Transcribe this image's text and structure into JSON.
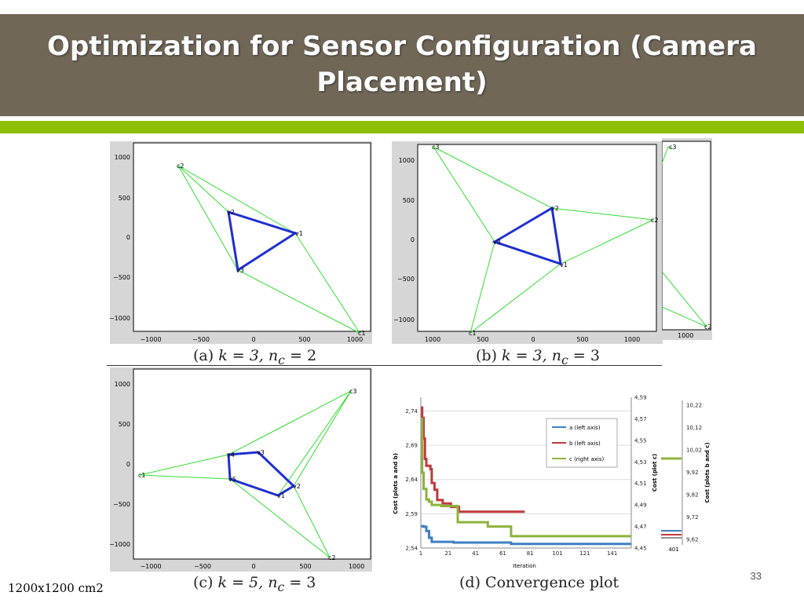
{
  "slide": {
    "title": "Optimization for Sensor Configuration (Camera Placement)",
    "footer_note": "1200x1200 cm2",
    "page_number": "33",
    "colors": {
      "header": "#716757",
      "accent_bar": "#8dc100",
      "edge": "#33dd33",
      "triangle": "#1f2fd0"
    }
  },
  "figures": {
    "a": {
      "caption_prefix": "(a) ",
      "caption_math": "k = 3, n",
      "caption_sub": "c",
      "caption_tail": " = 2",
      "x_ticks": [
        "−1000",
        "−500",
        "0",
        "500",
        "1000"
      ],
      "y_ticks": [
        "1000",
        "500",
        "0",
        "−500",
        "−1000"
      ],
      "vertices": {
        "v1": "v1",
        "v2": "v2",
        "v3": "v3"
      },
      "cameras": {
        "c1": "c1",
        "c2": "c2"
      }
    },
    "b": {
      "caption_prefix": "(b) ",
      "caption_math": "k = 3, n",
      "caption_sub": "c",
      "caption_tail": " = 3",
      "x_ticks": [
        "1000",
        "500",
        "0",
        "500",
        "1000"
      ],
      "y_ticks": [
        "1000",
        "500",
        "0",
        "−500",
        "−1000"
      ],
      "side_x_tick": "1000",
      "vertices": {
        "v1": "v1",
        "v2": "v2",
        "v3": "v3"
      },
      "cameras": {
        "c1": "c1",
        "c2": "c2",
        "c3": "c3"
      }
    },
    "c": {
      "caption_prefix": "(c) ",
      "caption_math": "k = 5, n",
      "caption_sub": "c",
      "caption_tail": " = 3",
      "x_ticks": [
        "−1000",
        "−500",
        "0",
        "500",
        "1000"
      ],
      "y_ticks": [
        "1000",
        "500",
        "0",
        "−500",
        "−1000"
      ],
      "vertices": {
        "v1": "v1",
        "v2": "v2",
        "v3": "v3",
        "v4": "v4",
        "v5": "v5"
      },
      "cameras": {
        "c1": "c1",
        "c2": "c2",
        "c3": "c3"
      }
    },
    "d": {
      "caption": "(d) Convergence plot"
    }
  },
  "chart_data": {
    "type": "line",
    "xlabel": "Iteration",
    "ylabel_left": "Cost (plots a and b)",
    "ylabel_right": "Cost (plot c)",
    "ylabel_far_right": "Cost (plots b and c)",
    "x_ticks": [
      1,
      21,
      41,
      61,
      81,
      101,
      121,
      141
    ],
    "left_ticks": [
      "2,54",
      "2,59",
      "2,64",
      "2,69",
      "2,74"
    ],
    "right_ticks": [
      "4,45",
      "4,47",
      "4,49",
      "4,51",
      "4,53",
      "4,55",
      "4,57",
      "4,59"
    ],
    "far_right_ticks": [
      "10,22",
      "10,12",
      "10,02",
      "9,92",
      "9,82",
      "9,72",
      "9,62"
    ],
    "far_right_x_tick": "401",
    "ylim_left": [
      2.54,
      2.76
    ],
    "ylim_right": [
      4.45,
      4.59
    ],
    "legend": [
      "a (left axis)",
      "b (left axis)",
      "c (right axis)"
    ],
    "series": [
      {
        "name": "a (left axis)",
        "axis": "left",
        "color": "#3e7fc1",
        "points": [
          [
            1,
            2.572
          ],
          [
            3,
            2.571
          ],
          [
            5,
            2.565
          ],
          [
            7,
            2.555
          ],
          [
            9,
            2.549
          ],
          [
            21,
            2.549
          ],
          [
            25,
            2.548
          ],
          [
            65,
            2.548
          ],
          [
            67,
            2.546
          ],
          [
            155,
            2.546
          ]
        ]
      },
      {
        "name": "b (left axis)",
        "axis": "left",
        "color": "#c0393b",
        "points": [
          [
            1,
            2.745
          ],
          [
            2,
            2.73
          ],
          [
            3,
            2.7
          ],
          [
            4,
            2.67
          ],
          [
            5,
            2.66
          ],
          [
            8,
            2.655
          ],
          [
            9,
            2.635
          ],
          [
            11,
            2.625
          ],
          [
            13,
            2.61
          ],
          [
            15,
            2.61
          ],
          [
            17,
            2.605
          ],
          [
            21,
            2.605
          ],
          [
            23,
            2.6
          ],
          [
            27,
            2.6
          ],
          [
            29,
            2.593
          ],
          [
            77,
            2.593
          ]
        ]
      },
      {
        "name": "c (right axis)",
        "axis": "right",
        "color": "#8db33c",
        "points": [
          [
            1,
            4.57
          ],
          [
            2,
            4.52
          ],
          [
            3,
            4.505
          ],
          [
            5,
            4.495
          ],
          [
            7,
            4.493
          ],
          [
            9,
            4.49
          ],
          [
            15,
            4.49
          ],
          [
            16,
            4.489
          ],
          [
            27,
            4.489
          ],
          [
            28,
            4.474
          ],
          [
            49,
            4.474
          ],
          [
            50,
            4.47
          ],
          [
            66,
            4.47
          ],
          [
            67,
            4.461
          ],
          [
            155,
            4.461
          ]
        ]
      }
    ]
  }
}
